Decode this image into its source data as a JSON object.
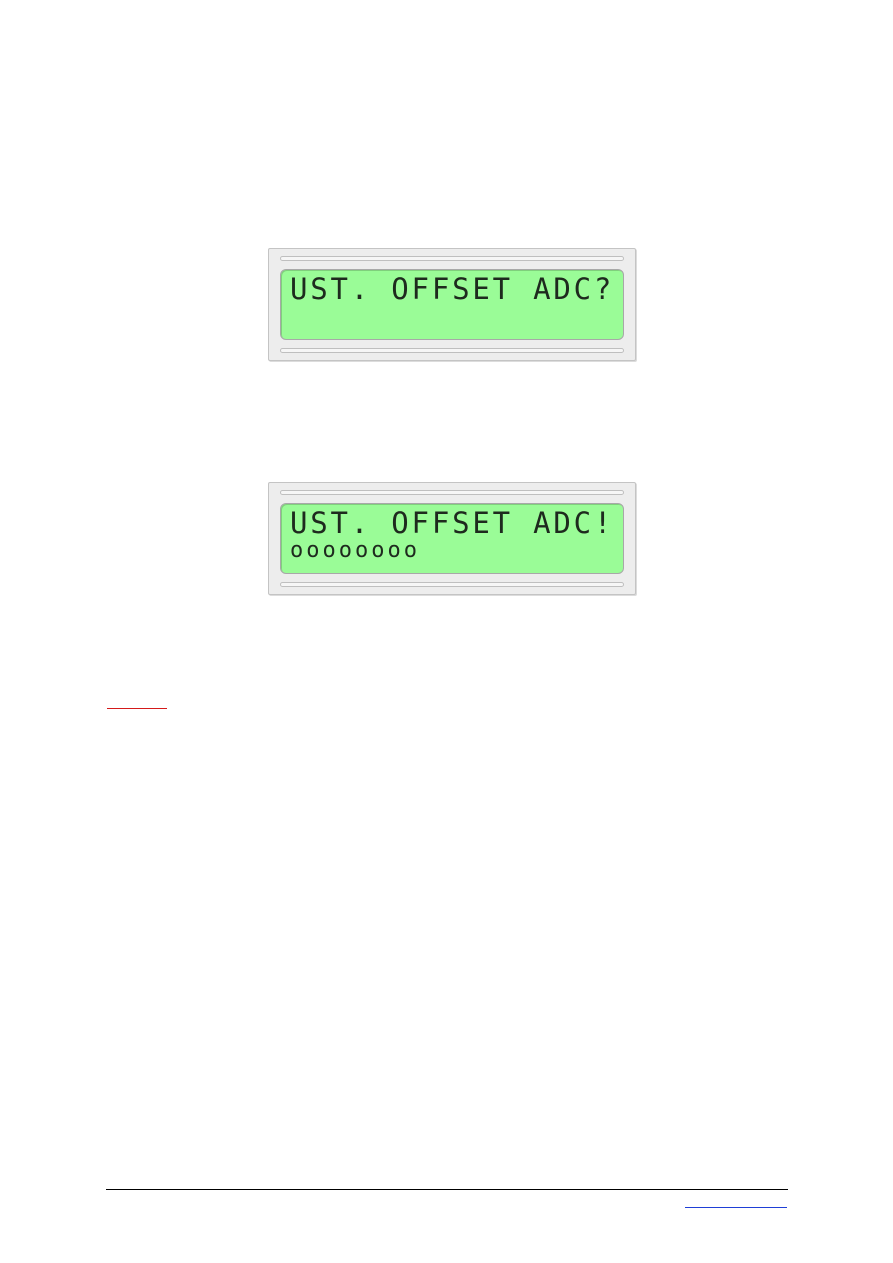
{
  "lcd_displays": [
    {
      "line1": "UST. OFFSET ADC?",
      "line2": ""
    },
    {
      "line1": "UST. OFFSET ADC!",
      "line2": "oooooooo"
    }
  ],
  "colors": {
    "lcd_background": "#9afc97",
    "lcd_text": "#1e2a1e",
    "frame": "#ededed",
    "red_mark": "#d41a1a",
    "footer_link": "#1f3fd6"
  }
}
